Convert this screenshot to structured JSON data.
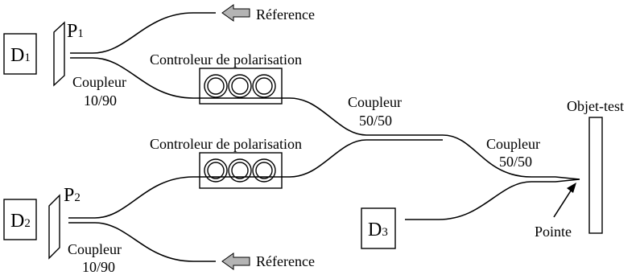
{
  "detectors": {
    "d1": {
      "letter": "D",
      "index": "1"
    },
    "d2": {
      "letter": "D",
      "index": "2"
    },
    "d3": {
      "letter": "D",
      "index": "3"
    }
  },
  "polarizers": {
    "p1": {
      "letter": "P",
      "index": "1"
    },
    "p2": {
      "letter": "P",
      "index": "2"
    }
  },
  "labels": {
    "reference_top": "Réference",
    "reference_bottom": "Réference",
    "controller_top": "Controleur de polarisation",
    "controller_bottom": "Controleur de polarisation",
    "coupler_top_left_name": "Coupleur",
    "coupler_top_left_ratio": "10/90",
    "coupler_bottom_left_name": "Coupleur",
    "coupler_bottom_left_ratio": "10/90",
    "coupler_center_name": "Coupleur",
    "coupler_center_ratio": "50/50",
    "coupler_right_name": "Coupleur",
    "coupler_right_ratio": "50/50",
    "object_test": "Objet-test",
    "tip": "Pointe"
  },
  "colors": {
    "line": "#000000",
    "reference_arrow": "#b4b4b4"
  }
}
